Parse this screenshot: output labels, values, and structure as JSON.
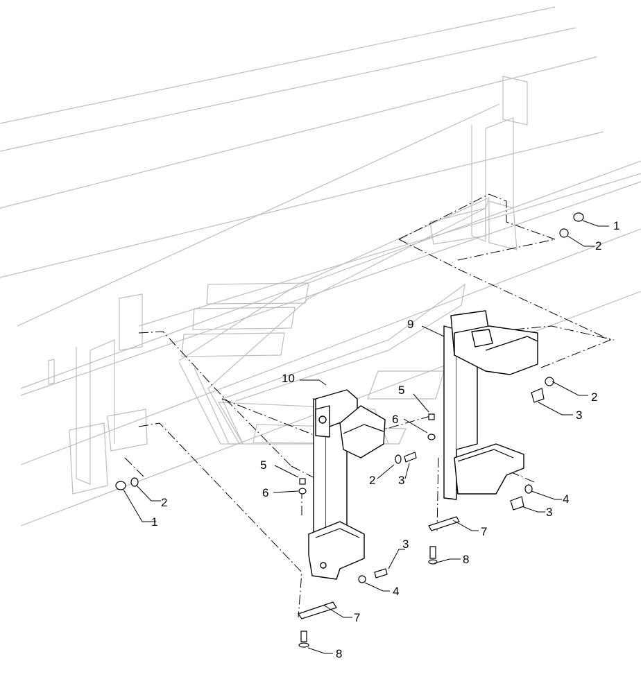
{
  "callouts": [
    {
      "id": "c1a",
      "text": "1"
    },
    {
      "id": "c2a",
      "text": "2"
    },
    {
      "id": "c1b",
      "text": "1"
    },
    {
      "id": "c2b",
      "text": "2"
    },
    {
      "id": "c9",
      "text": "9"
    },
    {
      "id": "c10",
      "text": "10"
    },
    {
      "id": "c5a",
      "text": "5"
    },
    {
      "id": "c6a",
      "text": "6"
    },
    {
      "id": "c2c",
      "text": "2"
    },
    {
      "id": "c3a",
      "text": "3"
    },
    {
      "id": "c4a",
      "text": "4"
    },
    {
      "id": "c3b",
      "text": "3"
    },
    {
      "id": "c5b",
      "text": "5"
    },
    {
      "id": "c6b",
      "text": "6"
    },
    {
      "id": "c2d",
      "text": "2"
    },
    {
      "id": "c3c",
      "text": "3"
    },
    {
      "id": "c7a",
      "text": "7"
    },
    {
      "id": "c8a",
      "text": "8"
    },
    {
      "id": "c3d",
      "text": "3"
    },
    {
      "id": "c4b",
      "text": "4"
    },
    {
      "id": "c7b",
      "text": "7"
    },
    {
      "id": "c8b",
      "text": "8"
    }
  ]
}
